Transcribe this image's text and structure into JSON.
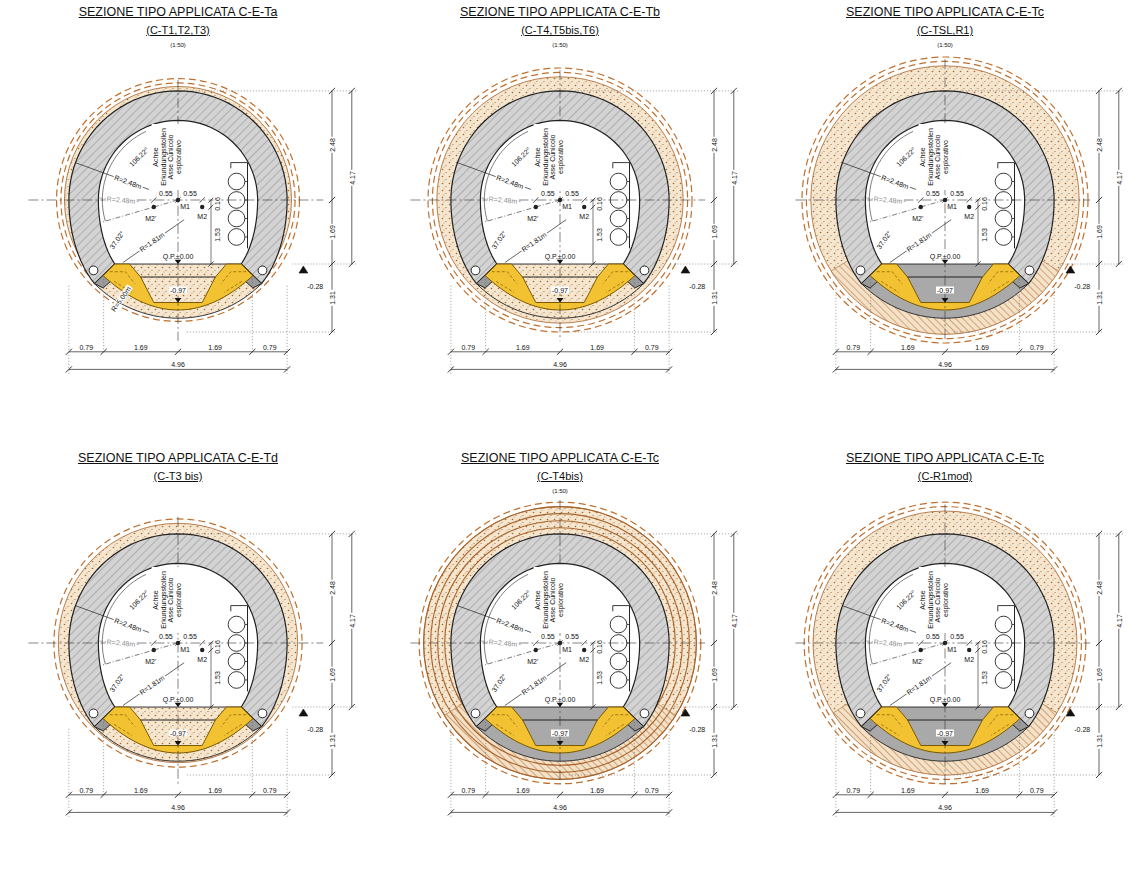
{
  "diagram": {
    "labels": [
      "SEZIONE TIPO APPLICATA C-E-Ta",
      "(C-T1,T2,T3)",
      "(1:50)",
      "106.22°",
      "R=2.48m",
      "R=2.48m",
      "0.55",
      "0.55",
      "M1",
      "0.16",
      "M2'",
      "M2",
      "R=1.81m",
      "37.02°",
      "1.53",
      "R=5.00m",
      "Q.P.±0.00",
      "-0.97",
      "-0.28",
      "Achse Erkundungsstollen Asse Cunicolo esplorativo",
      "2.48",
      "1.69",
      "1.31",
      "4.17",
      "0.79",
      "1.69",
      "1.69",
      "0.79",
      "4.96",
      "SEZIONE TIPO APPLICATA C-E-Tb",
      "(C-T4,T5bis,T6)",
      "(1:50)",
      "106.22°",
      "R=2.48m",
      "R=2.48m",
      "0.55",
      "0.55",
      "M1",
      "0.16",
      "M2'",
      "M2",
      "R=1.81m",
      "37.02°",
      "1.53",
      "Q.P.±0.00",
      "-0.97",
      "-0.28",
      "Achse Erkundungsstollen Asse Cunicolo esplorativo",
      "2.48",
      "1.69",
      "1.31",
      "4.17",
      "0.79",
      "1.69",
      "1.69",
      "0.79",
      "4.96",
      "SEZIONE TIPO APPLICATA C-E-Tc",
      "(C-TSL,R1)",
      "(1:50)",
      "106.22°",
      "R=2.48m",
      "R=2.48m",
      "0.55",
      "0.55",
      "M1",
      "0.16",
      "M2'",
      "M2",
      "R=1.81m",
      "37.02°",
      "1.53",
      "Q.P.±0.00",
      "-0.97",
      "-0.28",
      "Achse Erkundungsstollen Asse Cunicolo esplorativo",
      "2.48",
      "1.69",
      "1.31",
      "4.17",
      "0.79",
      "1.69",
      "1.69",
      "0.79",
      "4.96",
      "SEZIONE TIPO APPLICATA C-E-Td",
      "(C-T3 bis)",
      "106.22°",
      "R=2.48m",
      "R=2.48m",
      "0.55",
      "0.55",
      "M1",
      "0.16",
      "M2'",
      "M2",
      "R=1.81m",
      "37.02°",
      "1.53",
      "Q.P.±0.00",
      "-0.97",
      "-0.28",
      "Achse Erkundungsstollen Asse Cunicolo esplorativo",
      "2.48",
      "1.69",
      "1.31",
      "4.17",
      "0.79",
      "1.69",
      "1.69",
      "0.79",
      "4.96",
      "SEZIONE TIPO APPLICATA C-E-Tc",
      "(C-T4bis)",
      "(1:50)",
      "106.22°",
      "R=2.48m",
      "R=2.48m",
      "0.55",
      "0.55",
      "M1",
      "0.16",
      "M2'",
      "M2",
      "R=1.81m",
      "37.02°",
      "1.53",
      "Q.P.±0.00",
      "-0.97",
      "-0.28",
      "Achse Erkundungsstollen Asse Cunicolo esplorativo",
      "2.48",
      "1.69",
      "1.31",
      "4.17",
      "0.79",
      "1.69",
      "1.69",
      "0.79",
      "4.96",
      "SEZIONE TIPO APPLICATA C-E-Tc",
      "(C-R1mod)",
      "106.22°",
      "R=2.48m",
      "R=2.48m",
      "0.55",
      "0.55",
      "M1",
      "0.16",
      "M2'",
      "M2",
      "R=1.81m",
      "37.02°",
      "1.53",
      "Q.P.±0.00",
      "-0.97",
      "-0.28",
      "Achse Erkundungsstollen Asse Cunicolo esplorativo",
      "2.48",
      "1.69",
      "1.31",
      "4.17",
      "0.79",
      "1.69",
      "1.69",
      "0.79",
      "4.96"
    ]
  }
}
